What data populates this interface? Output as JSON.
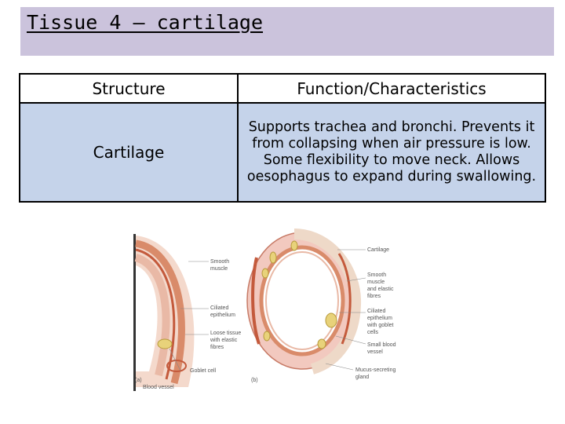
{
  "title": "Tissue 4 – cartilage",
  "table": {
    "headers": [
      "Structure",
      "Function/Characteristics"
    ],
    "rows": [
      {
        "structure": "Cartilage",
        "function": "Supports trachea and bronchi. Prevents it from collapsing when air pressure is low. Some flexibility to move neck. Allows oesophagus to expand during swallowing."
      }
    ]
  },
  "diagram": {
    "panel_a": {
      "marker": "(a)",
      "labels": {
        "smooth_muscle": [
          "Smooth",
          "muscle"
        ],
        "ciliated_epithelium": [
          "Ciliated",
          "epithelium"
        ],
        "loose_tissue": [
          "Loose tissue",
          "with elastic",
          "fibres"
        ],
        "goblet_cell": "Goblet cell",
        "blood_vessel": "Blood vessel"
      }
    },
    "panel_b": {
      "marker": "(b)",
      "labels": {
        "cartilage": "Cartilage",
        "smooth_muscle_elastic": [
          "Smooth",
          "muscle",
          "and elastic",
          "fibres"
        ],
        "ciliated_goblet": [
          "Ciliated",
          "epithelium",
          "with goblet",
          "cells"
        ],
        "small_blood_vessel": [
          "Small blood",
          "vessel"
        ],
        "mucus_gland": [
          "Mucus-secreting",
          "gland"
        ]
      }
    }
  }
}
